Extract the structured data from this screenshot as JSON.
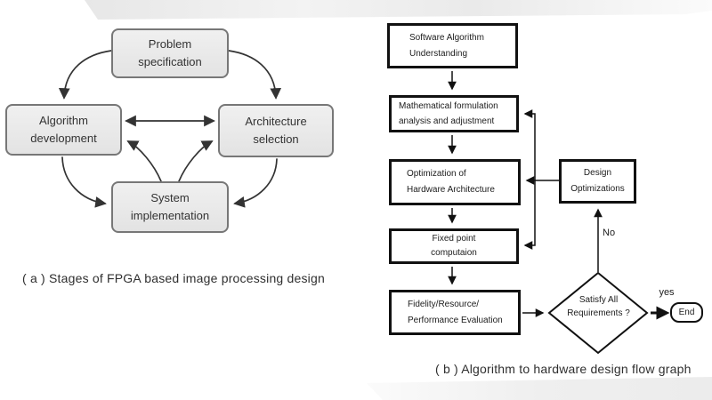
{
  "page": {
    "background": "#ffffff"
  },
  "diagram_a": {
    "caption": "( a )  Stages of FPGA based image processing design",
    "nodes": {
      "problem": "Problem\nspecification",
      "algorithm": "Algorithm\ndevelopment",
      "architecture": "Architecture\nselection",
      "system": "System\nimplementation"
    }
  },
  "diagram_b": {
    "caption": "( b )  Algorithm to hardware design flow graph",
    "nodes": {
      "software": "Software Algorithm\nUnderstanding",
      "math": "Mathematical formulation\nanalysis and adjustment",
      "optimization": "Optimization of\nHardware Architecture",
      "fixed_point": "Fixed point\ncomputaion",
      "fidelity": "Fidelity/Resource/\nPerformance Evaluation",
      "design_opt": "Design\nOptimizations",
      "decision": "Satisfy All\nRequirements ?",
      "end": "End"
    },
    "labels": {
      "yes": "yes",
      "no": "No"
    }
  },
  "colors": {
    "node_fill_a": "#eaeaea",
    "node_border_a": "#777777",
    "node_border_b": "#111111",
    "arrow_a": "#333333",
    "arrow_b": "#111111",
    "text": "#303030",
    "band": "#ededed"
  }
}
